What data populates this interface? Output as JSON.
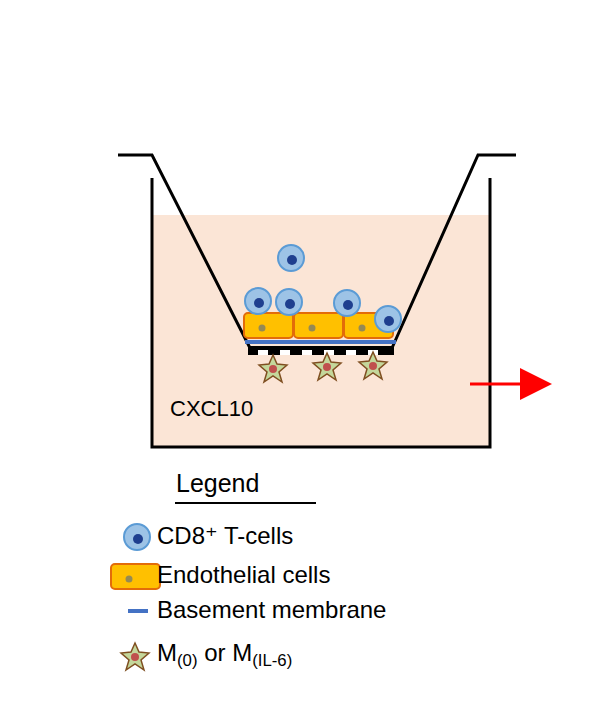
{
  "diagram": {
    "labels": [
      "CXCL10",
      "Legend"
    ],
    "legend": [
      {
        "text": "CD8⁺ T-cells"
      },
      {
        "text": "Endothelial cells"
      },
      {
        "text": "Basement membrane"
      },
      {
        "text": "M(0) or M(IL-6)"
      }
    ]
  }
}
